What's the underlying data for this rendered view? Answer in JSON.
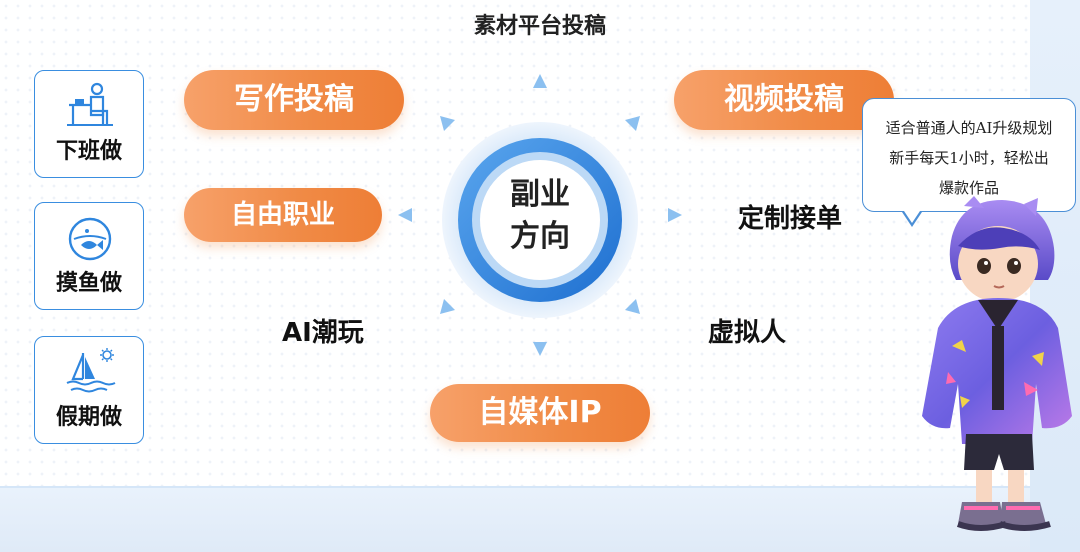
{
  "title": "素材平台投稿",
  "side_cards": [
    {
      "label": "下班做",
      "icon": "office-worker-icon"
    },
    {
      "label": "摸鱼做",
      "icon": "fishbowl-icon"
    },
    {
      "label": "假期做",
      "icon": "sailboat-sun-icon"
    }
  ],
  "hub": {
    "line1": "副业",
    "line2": "方向"
  },
  "items": {
    "writing": "写作投稿",
    "video": "视频投稿",
    "freelance": "自由职业",
    "custom": "定制接单",
    "ai_play": "AI潮玩",
    "virtual": "虚拟人",
    "media_ip": "自媒体IP"
  },
  "bubble": {
    "line1": "适合普通人的AI升级规划",
    "line2": "新手每天1小时，轻松出",
    "line3": "爆款作品"
  },
  "colors": {
    "accent_orange": "#f08a45",
    "accent_blue": "#3a8ee0",
    "hub_blue": "#1e6fd0"
  }
}
